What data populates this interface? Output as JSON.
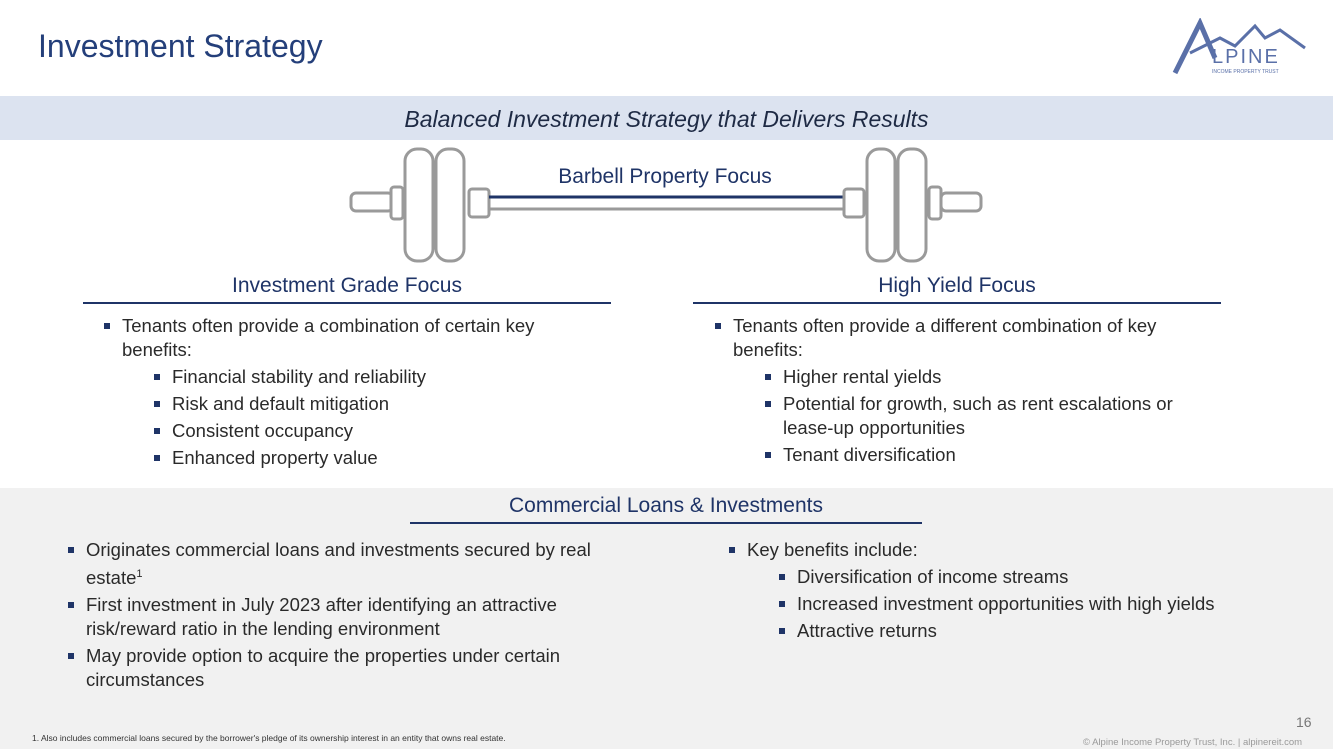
{
  "header": {
    "title": "Investment Strategy",
    "logo_text": "ALPINE",
    "logo_subtext": "INCOME PROPERTY TRUST"
  },
  "banner": "Balanced Investment Strategy that Delivers Results",
  "barbell_label": "Barbell Property Focus",
  "left": {
    "heading": "Investment Grade Focus",
    "intro": "Tenants often provide a combination of certain key benefits:",
    "items": [
      "Financial stability and reliability",
      "Risk and default mitigation",
      "Consistent occupancy",
      "Enhanced property value"
    ]
  },
  "right": {
    "heading": "High Yield Focus",
    "intro": "Tenants often provide a different combination of key benefits:",
    "items": [
      "Higher rental yields",
      "Potential for growth, such as rent escalations or lease-up opportunities",
      "Tenant diversification"
    ]
  },
  "loans": {
    "heading": "Commercial Loans & Investments",
    "left_items": [
      "Originates commercial loans and investments secured by real estate",
      "First investment in July 2023 after identifying an attractive risk/reward ratio in the lending environment",
      "May provide option to acquire the properties under certain circumstances"
    ],
    "footnote_mark": "1",
    "right_intro": "Key benefits include:",
    "right_items": [
      "Diversification of income streams",
      "Increased investment opportunities with high yields",
      "Attractive returns"
    ]
  },
  "footer": {
    "footnote": "1. Also includes commercial loans secured by the borrower's pledge of its ownership interest in an entity that owns real estate.",
    "page": "16",
    "copyright": "© Alpine Income Property Trust, Inc.  |  alpinereit.com"
  }
}
